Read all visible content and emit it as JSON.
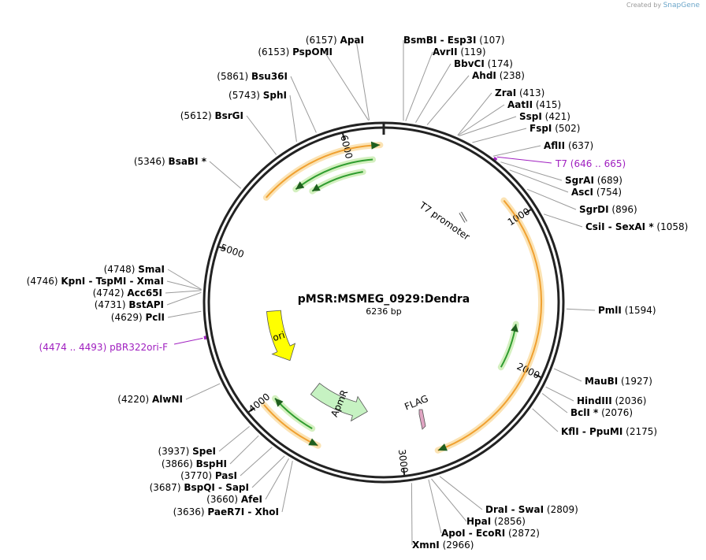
{
  "credit": {
    "prefix": "Created by",
    "brand": "SnapGene"
  },
  "plasmid": {
    "name": "pMSR:MSMEG_0929:Dendra",
    "length": 6236,
    "size_text": "6236 bp"
  },
  "ticks": [
    "1000",
    "2000",
    "3000",
    "4000",
    "5000",
    "6000"
  ],
  "sites": [
    {
      "id": "apai",
      "text": "ApaI",
      "num": "(6157)",
      "pos": 6157,
      "side": "left"
    },
    {
      "id": "pspomi",
      "text": "PspOMI",
      "num": "(6153)",
      "pos": 6153,
      "side": "left"
    },
    {
      "id": "bsu36i",
      "text": "Bsu36I",
      "num": "(5861)",
      "pos": 5861,
      "side": "left"
    },
    {
      "id": "sphi",
      "text": "SphI",
      "num": "(5743)",
      "pos": 5743,
      "side": "left"
    },
    {
      "id": "bsrgi",
      "text": "BsrGI",
      "num": "(5612)",
      "pos": 5612,
      "side": "left"
    },
    {
      "id": "bsabi",
      "text": "BsaBI *",
      "num": "(5346)",
      "pos": 5346,
      "side": "left"
    },
    {
      "id": "smai",
      "text": "SmaI",
      "num": "(4748)",
      "pos": 4748,
      "side": "left"
    },
    {
      "id": "kpni",
      "text": "KpnI - TspMI - XmaI",
      "num": "(4746)",
      "pos": 4746,
      "side": "left"
    },
    {
      "id": "acc65i",
      "text": "Acc65I",
      "num": "(4742)",
      "pos": 4742,
      "side": "left"
    },
    {
      "id": "bstapi",
      "text": "BstAPI",
      "num": "(4731)",
      "pos": 4731,
      "side": "left"
    },
    {
      "id": "pcli",
      "text": "PclI",
      "num": "(4629)",
      "pos": 4629,
      "side": "left"
    },
    {
      "id": "alwni",
      "text": "AlwNI",
      "num": "(4220)",
      "pos": 4220,
      "side": "left"
    },
    {
      "id": "spei",
      "text": "SpeI",
      "num": "(3937)",
      "pos": 3937,
      "side": "left"
    },
    {
      "id": "bsphi",
      "text": "BspHI",
      "num": "(3866)",
      "pos": 3866,
      "side": "left"
    },
    {
      "id": "pasi",
      "text": "PasI",
      "num": "(3770)",
      "pos": 3770,
      "side": "left"
    },
    {
      "id": "bspqi",
      "text": "BspQI - SapI",
      "num": "(3687)",
      "pos": 3687,
      "side": "left"
    },
    {
      "id": "afei",
      "text": "AfeI",
      "num": "(3660)",
      "pos": 3660,
      "side": "left"
    },
    {
      "id": "paer7i",
      "text": "PaeR7I - XhoI",
      "num": "(3636)",
      "pos": 3636,
      "side": "left"
    },
    {
      "id": "bsmbi",
      "text": "BsmBI - Esp3I",
      "num": "(107)",
      "pos": 107,
      "side": "right"
    },
    {
      "id": "avrii",
      "text": "AvrII",
      "num": "(119)",
      "pos": 119,
      "side": "right"
    },
    {
      "id": "bbvci",
      "text": "BbvCI",
      "num": "(174)",
      "pos": 174,
      "side": "right"
    },
    {
      "id": "ahdi",
      "text": "AhdI",
      "num": "(238)",
      "pos": 238,
      "side": "right"
    },
    {
      "id": "zrai",
      "text": "ZraI",
      "num": "(413)",
      "pos": 413,
      "side": "right"
    },
    {
      "id": "aatii",
      "text": "AatII",
      "num": "(415)",
      "pos": 415,
      "side": "right"
    },
    {
      "id": "sspi",
      "text": "SspI",
      "num": "(421)",
      "pos": 421,
      "side": "right"
    },
    {
      "id": "fspi",
      "text": "FspI",
      "num": "(502)",
      "pos": 502,
      "side": "right"
    },
    {
      "id": "aflii",
      "text": "AflII",
      "num": "(637)",
      "pos": 637,
      "side": "right"
    },
    {
      "id": "sgrai",
      "text": "SgrAI",
      "num": "(689)",
      "pos": 689,
      "side": "right"
    },
    {
      "id": "asci",
      "text": "AscI",
      "num": "(754)",
      "pos": 754,
      "side": "right"
    },
    {
      "id": "sgrdi",
      "text": "SgrDI",
      "num": "(896)",
      "pos": 896,
      "side": "right"
    },
    {
      "id": "csii",
      "text": "CsiI - SexAI *",
      "num": "(1058)",
      "pos": 1058,
      "side": "right"
    },
    {
      "id": "pmli",
      "text": "PmlI",
      "num": "(1594)",
      "pos": 1594,
      "side": "right"
    },
    {
      "id": "maubi",
      "text": "MauBI",
      "num": "(1927)",
      "pos": 1927,
      "side": "right"
    },
    {
      "id": "hindiii",
      "text": "HindIII",
      "num": "(2036)",
      "pos": 2036,
      "side": "right"
    },
    {
      "id": "bcli",
      "text": "BclI *",
      "num": "(2076)",
      "pos": 2076,
      "side": "right"
    },
    {
      "id": "kfli",
      "text": "KflI - PpuMI",
      "num": "(2175)",
      "pos": 2175,
      "side": "right"
    },
    {
      "id": "drai",
      "text": "DraI - SwaI",
      "num": "(2809)",
      "pos": 2809,
      "side": "right"
    },
    {
      "id": "hpai",
      "text": "HpaI",
      "num": "(2856)",
      "pos": 2856,
      "side": "right"
    },
    {
      "id": "apoi",
      "text": "ApoI - EcoRI",
      "num": "(2872)",
      "pos": 2872,
      "side": "right"
    },
    {
      "id": "xmni",
      "text": "XmnI",
      "num": "(2966)",
      "pos": 2966,
      "side": "right"
    }
  ],
  "primers": [
    {
      "id": "t7",
      "text": "T7",
      "range": "(646 .. 665)",
      "start": 646,
      "end": 665
    },
    {
      "id": "pbr322ori",
      "text": "pBR322ori-F",
      "range": "(4474 .. 4493)",
      "start": 4474,
      "end": 4493
    }
  ],
  "features": [
    {
      "id": "t7-promoter",
      "text": "T7 promoter",
      "start": 700,
      "end": 719,
      "color": "#ffffff",
      "strand": 1
    },
    {
      "id": "flag",
      "text": "FLAG",
      "start": 2580,
      "end": 2603,
      "color": "#e0a5c3",
      "strand": -1
    },
    {
      "id": "apmr",
      "text": "ApmR",
      "start": 3265,
      "end": 3784,
      "color": "#c6f2c2",
      "strand": -1
    },
    {
      "id": "ori",
      "text": "ori",
      "start": 4126,
      "end": 4600,
      "color": "#ffff00",
      "strand": -1
    }
  ],
  "orfs": [
    {
      "start": 5400,
      "end": 6213,
      "strand": 1,
      "color": "#f0a030"
    },
    {
      "start": 5580,
      "end": 6160,
      "strand": -1,
      "color": "#2f9d2f"
    },
    {
      "start": 5670,
      "end": 6080,
      "strand": -1,
      "color": "#2f9d2f"
    },
    {
      "start": 860,
      "end": 2770,
      "strand": 1,
      "color": "#f0a030"
    },
    {
      "start": 1720,
      "end": 2060,
      "strand": -1,
      "color": "#2f9d2f"
    },
    {
      "start": 3545,
      "end": 3975,
      "strand": -1,
      "color": "#f0a030"
    },
    {
      "start": 3630,
      "end": 3960,
      "strand": 1,
      "color": "#2f9d2f"
    }
  ],
  "colors": {
    "orf_glow": "#fbe3b4",
    "orf_glow_green": "#d4f0c0",
    "backbone": "#222222",
    "leader": "#9a9a9a",
    "primer": "#a020c0"
  }
}
